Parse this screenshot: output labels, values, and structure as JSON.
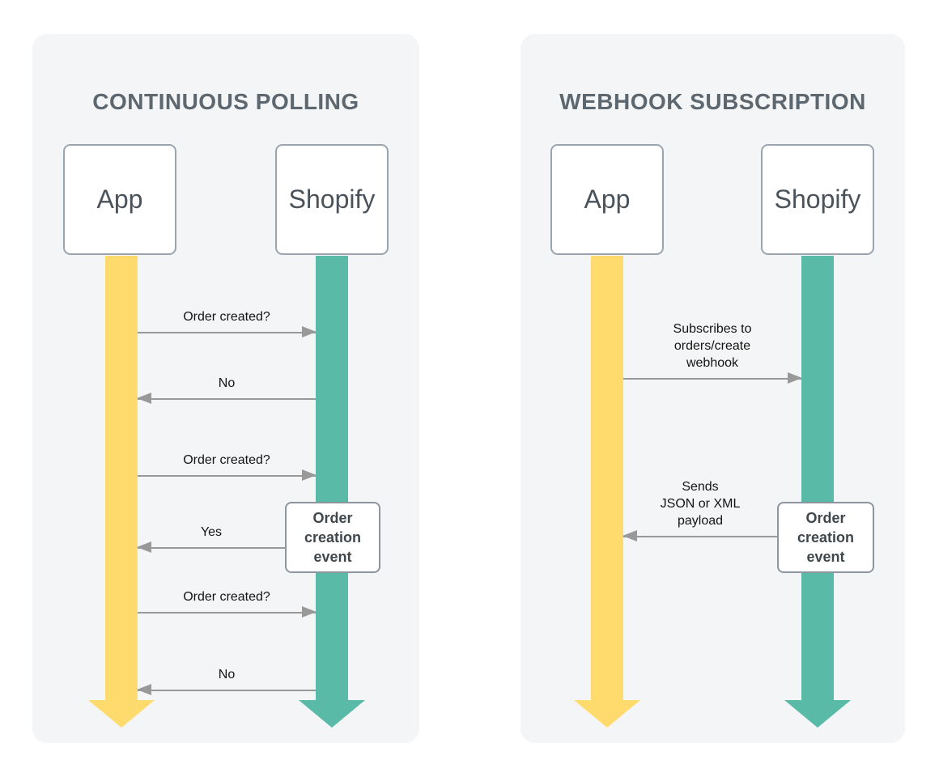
{
  "colors": {
    "panel_bg": "#f4f5f6",
    "app_lifeline": "#ffdb6e",
    "shopify_lifeline": "#58baa7",
    "arrow": "#999999",
    "title_text": "#5d6770",
    "actor_text": "#4a525a",
    "event_text": "#3f474d"
  },
  "panels": [
    {
      "title": "CONTINUOUS POLLING",
      "actors": [
        {
          "label": "App"
        },
        {
          "label": "Shopify"
        }
      ],
      "messages": [
        {
          "label": "Order created?",
          "direction": "right",
          "from": "App",
          "to": "Shopify"
        },
        {
          "label": "No",
          "direction": "left",
          "from": "Shopify",
          "to": "App"
        },
        {
          "label": "Order created?",
          "direction": "right",
          "from": "App",
          "to": "Shopify"
        },
        {
          "label": "Yes",
          "direction": "left",
          "from": "Shopify",
          "to": "App"
        },
        {
          "label": "Order created?",
          "direction": "right",
          "from": "App",
          "to": "Shopify"
        },
        {
          "label": "No",
          "direction": "left",
          "from": "Shopify",
          "to": "App"
        }
      ],
      "event_box": {
        "label": "Order\ncreation\nevent"
      }
    },
    {
      "title": "WEBHOOK SUBSCRIPTION",
      "actors": [
        {
          "label": "App"
        },
        {
          "label": "Shopify"
        }
      ],
      "messages": [
        {
          "label": "Subscribes to\norders/create\nwebhook",
          "direction": "right",
          "from": "App",
          "to": "Shopify"
        },
        {
          "label": "Sends\nJSON or XML\npayload",
          "direction": "left",
          "from": "Shopify",
          "to": "App"
        }
      ],
      "event_box": {
        "label": "Order\ncreation\nevent"
      }
    }
  ]
}
